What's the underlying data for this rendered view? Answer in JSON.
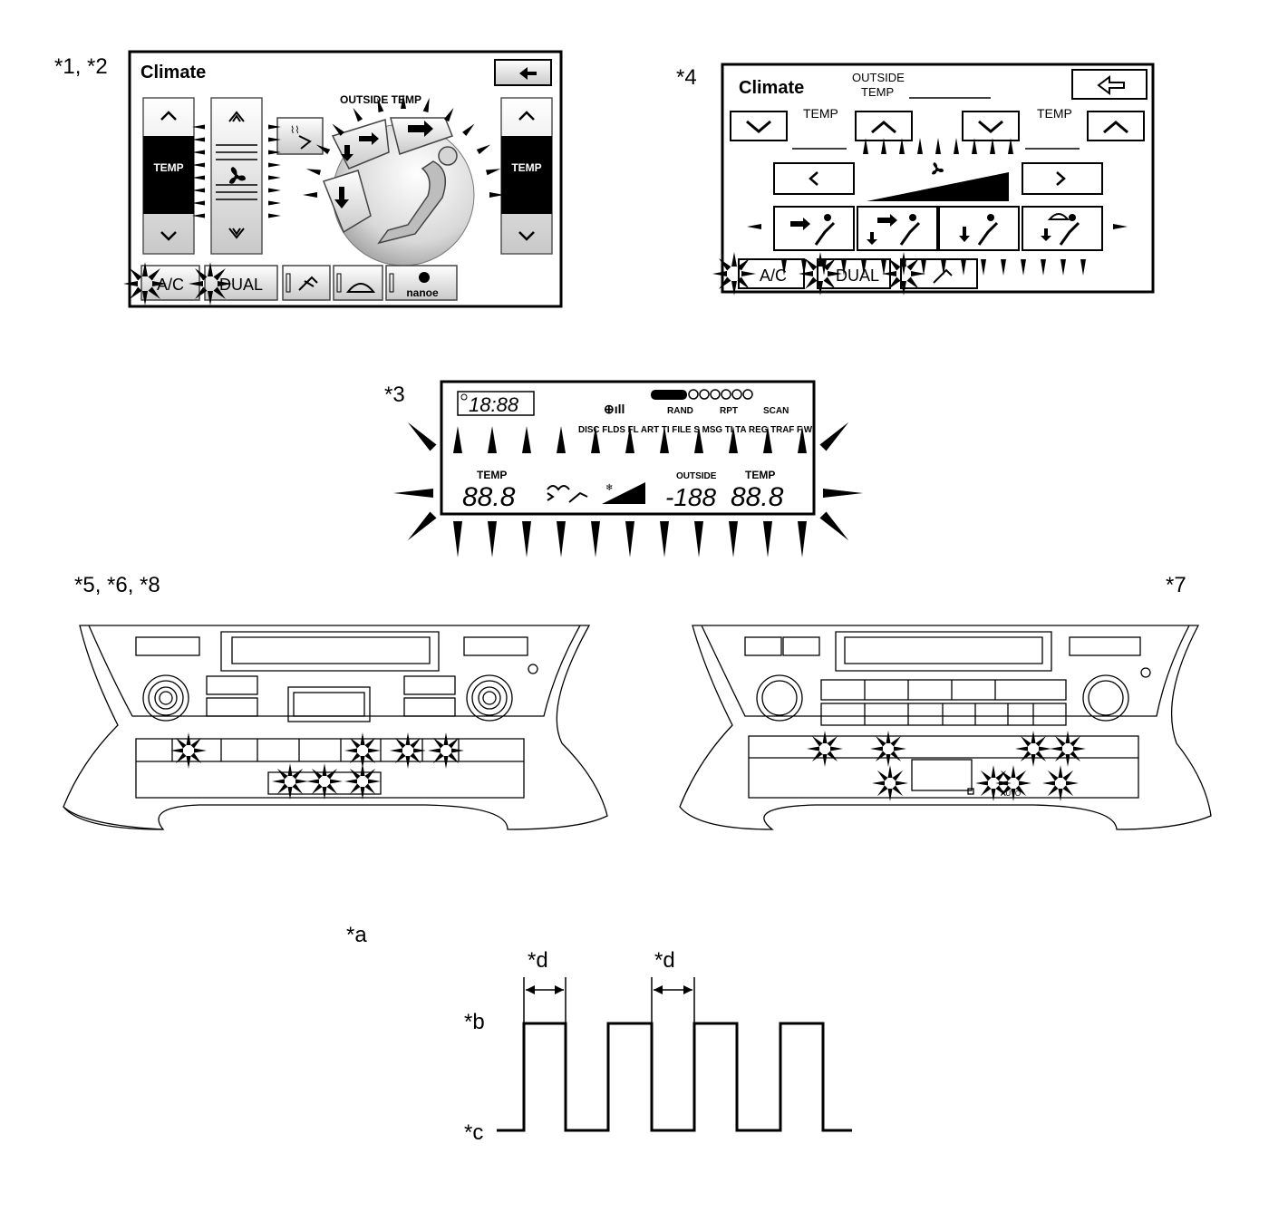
{
  "labels": {
    "fig1": "*1, *2",
    "fig4": "*4",
    "fig3": "*3",
    "fig5": "*5, *6, *8",
    "fig7": "*7",
    "wave_a": "*a",
    "wave_d1": "*d",
    "wave_d2": "*d",
    "wave_b": "*b",
    "wave_c": "*c"
  },
  "screen1": {
    "title": "Climate",
    "temp_left": "TEMP",
    "temp_right": "TEMP",
    "outside": "OUTSIDE TEMP",
    "btn_ac": "A/C",
    "btn_dual": "DUAL",
    "btn_nanoe": "nanoe"
  },
  "screen4": {
    "title": "Climate",
    "outside": "OUTSIDE",
    "outside_temp": "TEMP",
    "temp_left": "TEMP",
    "temp_right": "TEMP",
    "btn_ac": "A/C",
    "btn_dual": "DUAL"
  },
  "lcd": {
    "clock": "18:88",
    "rand": "RAND",
    "rpt": "RPT",
    "scan": "SCAN",
    "seg_labels": "DISC FLDS FL ART TI FILE S MSG TI TA REG TRAF F.W",
    "temp_left_label": "TEMP",
    "temp_left": "88.8",
    "outside_label": "OUTSIDE",
    "outside_value": "-188",
    "temp_right_label": "TEMP",
    "temp_right": "88.8"
  },
  "panel7": {
    "auto": "AUTO"
  },
  "icons": [
    "back-arrow-icon",
    "fan-icon",
    "defrost-icon",
    "seat-airflow-icon",
    "recirculation-icon",
    "flash-burst-icon",
    "knob-icon"
  ]
}
